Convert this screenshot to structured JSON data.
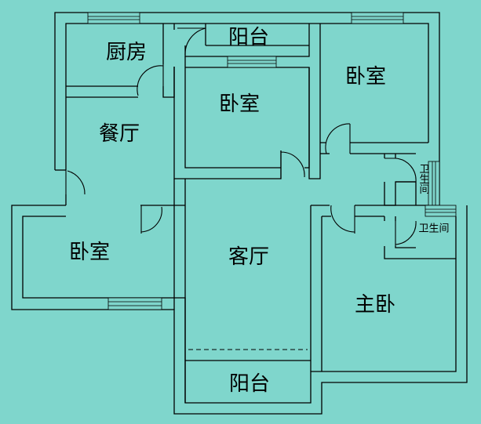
{
  "plan": {
    "background": "#7fd6cc",
    "line_color": "#000000",
    "rooms": {
      "kitchen": "厨房",
      "balcony_top": "阳台",
      "bedroom_top_center": "卧室",
      "bedroom_top_right": "卧室",
      "dining": "餐厅",
      "bathroom_upper": "卫生间",
      "bathroom_lower": "卫生间",
      "bedroom_left": "卧室",
      "living_room": "客厅",
      "master_bedroom": "主卧",
      "balcony_bottom": "阳台"
    }
  }
}
